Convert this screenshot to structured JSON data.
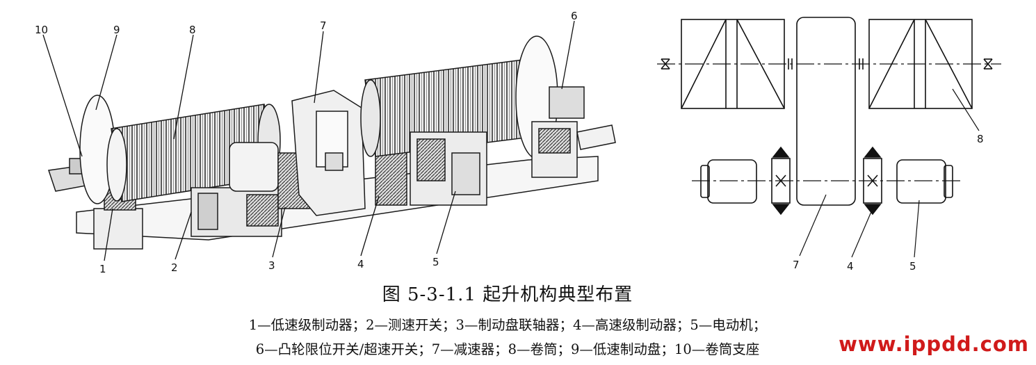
{
  "figure": {
    "left_view_callouts": [
      "10",
      "9",
      "8",
      "7",
      "6",
      "1",
      "2",
      "3",
      "4",
      "5"
    ],
    "right_view_callouts": [
      "8",
      "7",
      "4",
      "5"
    ]
  },
  "caption": {
    "title": "图 5-3-1.1 起升机构典型布置",
    "legend_line_1": "1—低速级制动器；2—测速开关；3—制动盘联轴器；4—高速级制动器；5—电动机；",
    "legend_line_2": "6—凸轮限位开关/超速开关；7—减速器；8—卷筒；9—低速制动盘；10—卷筒支座"
  },
  "watermark": "www.ippdd.com",
  "colors": {
    "line": "#1a1a1a",
    "watermark": "#d01a1a"
  }
}
